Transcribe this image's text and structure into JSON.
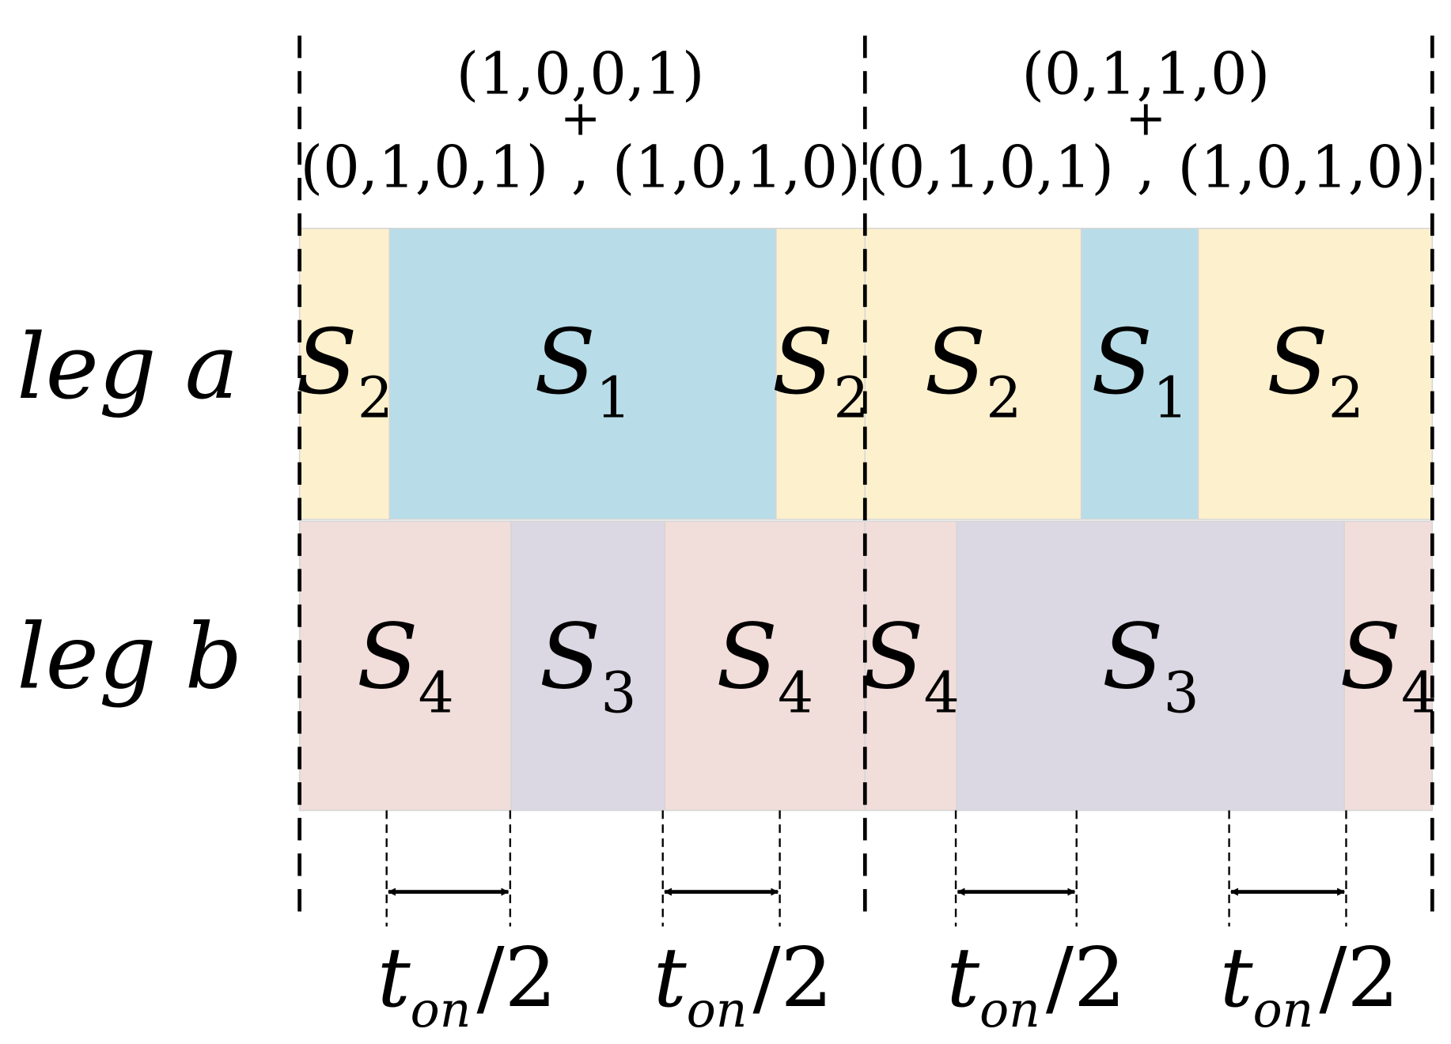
{
  "colors": {
    "S1": "#b8dde8",
    "S2": "#fdf1cd",
    "S3": "#dbd8e4",
    "S4": "#f1ddda",
    "line": "#000000",
    "cell_border": "#d5d5d5"
  },
  "legs": [
    {
      "label": "leg a",
      "segments": [
        {
          "sym": "S",
          "sub": "2",
          "color": "S2"
        },
        {
          "sym": "S",
          "sub": "1",
          "color": "S1"
        },
        {
          "sym": "S",
          "sub": "2",
          "color": "S2"
        },
        {
          "sym": "S",
          "sub": "2",
          "color": "S2"
        },
        {
          "sym": "S",
          "sub": "1",
          "color": "S1"
        },
        {
          "sym": "S",
          "sub": "2",
          "color": "S2"
        }
      ]
    },
    {
      "label": "leg b",
      "segments": [
        {
          "sym": "S",
          "sub": "4",
          "color": "S4"
        },
        {
          "sym": "S",
          "sub": "3",
          "color": "S3"
        },
        {
          "sym": "S",
          "sub": "4",
          "color": "S4"
        },
        {
          "sym": "S",
          "sub": "4",
          "color": "S4"
        },
        {
          "sym": "S",
          "sub": "3",
          "color": "S3"
        },
        {
          "sym": "S",
          "sub": "4",
          "color": "S4"
        }
      ]
    }
  ],
  "periods": [
    {
      "top": "(1,0,0,1)",
      "plus": "+",
      "left": "(0,1,0,1)",
      "comma": ",",
      "right": "(1,0,1,0)"
    },
    {
      "top": "(0,1,1,0)",
      "plus": "+",
      "left": "(0,1,0,1)",
      "comma": ",",
      "right": "(1,0,1,0)"
    }
  ],
  "intervals": [
    {
      "sym": "t",
      "sub": "on",
      "rest": "/2"
    },
    {
      "sym": "t",
      "sub": "on",
      "rest": "/2"
    },
    {
      "sym": "t",
      "sub": "on",
      "rest": "/2"
    },
    {
      "sym": "t",
      "sub": "on",
      "rest": "/2"
    }
  ]
}
